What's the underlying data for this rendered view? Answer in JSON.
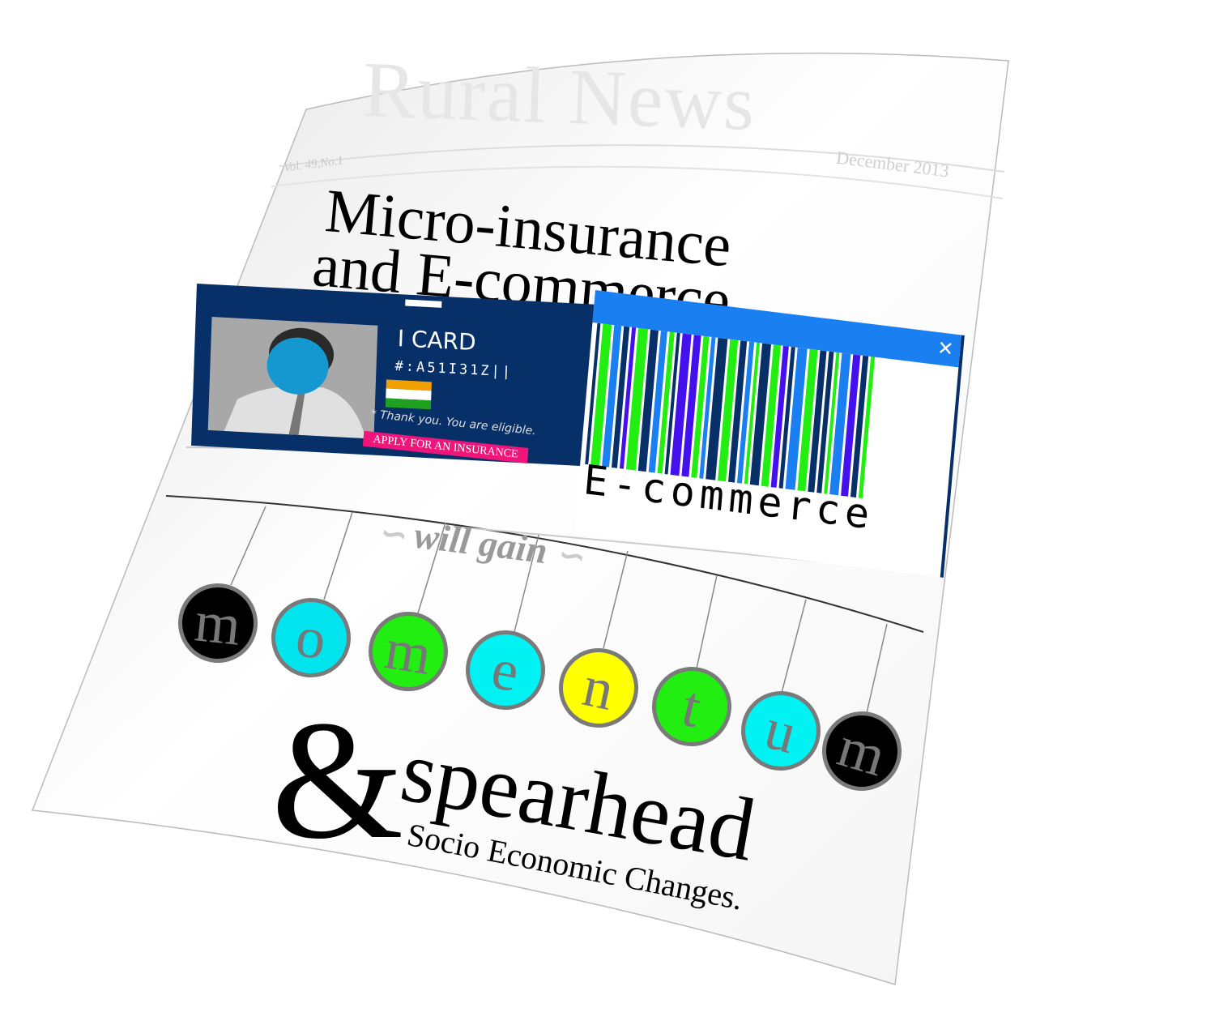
{
  "masthead": {
    "title": "Rural News",
    "volume": "Vol. 49,No.1",
    "date": "December 2013"
  },
  "headline": {
    "line1": "Micro-insurance",
    "line2": "and E-commerce."
  },
  "id_card": {
    "title": "I CARD",
    "number": "#:A51I31Z||",
    "note": "* Thank you. You are eligible.",
    "apply_button": "APPLY FOR AN INSURANCE",
    "colors": {
      "card": "#083068",
      "face": "#1598d0",
      "apply": "#f0157a",
      "flag": [
        "#f0a000",
        "#ffffff",
        "#20a020"
      ]
    }
  },
  "ecommerce": {
    "label": "E-commerce",
    "close_icon": "close-icon",
    "colors": {
      "header": "#1a7ff0",
      "bars": [
        "#22ee11",
        "#083068",
        "#1a7ff0",
        "#4411ee"
      ]
    }
  },
  "tagline": "will gain",
  "momentum": {
    "letters": [
      {
        "char": "m",
        "color": "#000000"
      },
      {
        "char": "o",
        "color": "#00e4ee"
      },
      {
        "char": "m",
        "color": "#22ee11"
      },
      {
        "char": "e",
        "color": "#00f2f2"
      },
      {
        "char": "n",
        "color": "#ffff00"
      },
      {
        "char": "t",
        "color": "#22ee11"
      },
      {
        "char": "u",
        "color": "#00f2f2"
      },
      {
        "char": "m",
        "color": "#000000"
      }
    ]
  },
  "footer": {
    "ampersand": "&",
    "word": "spearhead",
    "subtitle": "Socio Economic Changes."
  }
}
